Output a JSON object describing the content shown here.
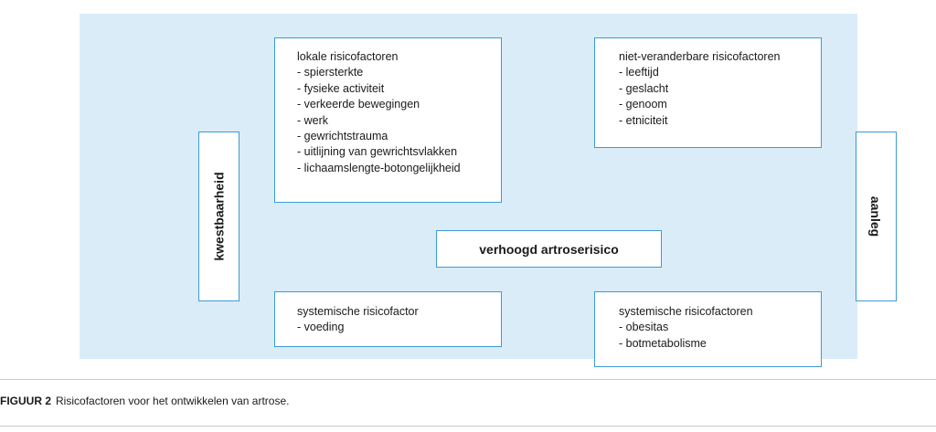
{
  "diagram": {
    "local_factors": {
      "title": "lokale risicofactoren",
      "items": [
        "spiersterkte",
        "fysieke activiteit",
        "verkeerde bewegingen",
        "werk",
        "gewrichtstrauma",
        "uitlijning van gewrichtsvlakken",
        "lichaamslengte-botongelijkheid"
      ]
    },
    "nonmodifiable_factors": {
      "title": "niet-veranderbare risicofactoren",
      "items": [
        "leeftijd",
        "geslacht",
        "genoom",
        "etniciteit"
      ]
    },
    "systemic_factor_single": {
      "title": "systemische risicofactor",
      "items": [
        "voeding"
      ]
    },
    "systemic_factors": {
      "title": "systemische risicofactoren",
      "items": [
        "obesitas",
        "botmetabolisme"
      ]
    },
    "center_label": "verhoogd artroserisico",
    "left_label": "kwestbaarheid",
    "right_label": "aanleg",
    "colors": {
      "panel_background": "#d9ecf8",
      "box_border": "#3d9ad6"
    }
  },
  "caption": {
    "label": "FIGUUR 2",
    "text": "Risicofactoren voor het ontwikkelen van artrose."
  }
}
